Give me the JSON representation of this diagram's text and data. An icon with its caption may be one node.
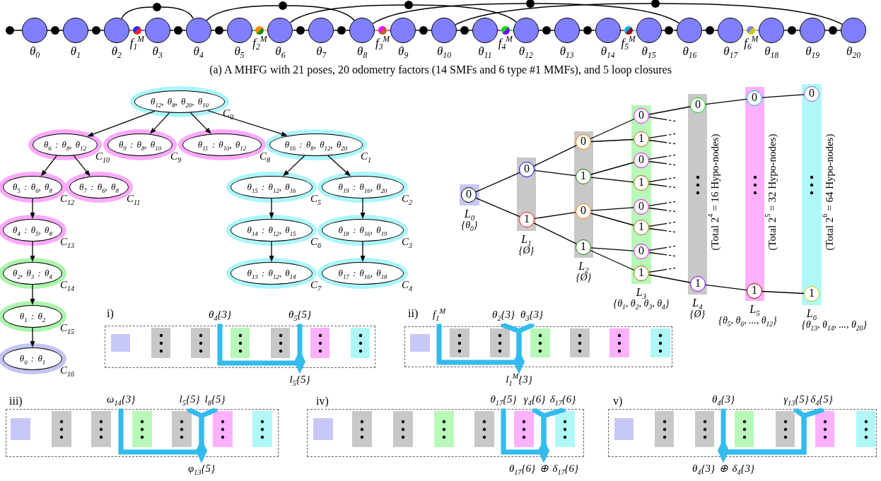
{
  "diagram": {
    "caption": "(a) A MHFG with 21 poses, 20 odometry factors (14 SMFs and 6 type #1 MMFs), and 5 loop closures",
    "nodes": [
      {
        "text": [],
        "shape": "circle"
      },
      {
        "text": [
          "θ$_{0}$"
        ]
      },
      {
        "text": [],
        "shape": "circle"
      },
      {
        "text": [
          "θ$_{1}$"
        ]
      },
      {
        "text": [],
        "shape": "circle"
      },
      {
        "text": [
          "θ$_{2}$"
        ]
      },
      {
        "text": [
          "f$_{1}$$^{M}$"
        ]
      },
      {
        "text": [
          "θ$_{3}$"
        ]
      },
      {
        "text": [],
        "shape": "circle"
      },
      {
        "text": [
          "θ$_{4}$"
        ]
      },
      {
        "text": [],
        "shape": "circle"
      },
      {
        "text": [
          "θ$_{5}$"
        ]
      },
      {
        "text": [
          "f$_{2}$$^{M}$"
        ]
      },
      {
        "text": [
          "θ$_{6}$"
        ]
      },
      {
        "text": [],
        "shape": "circle"
      },
      {
        "text": [
          "θ$_{7}$"
        ]
      },
      {
        "text": [],
        "shape": "circle"
      },
      {
        "text": [
          "θ$_{8}$"
        ]
      },
      {
        "text": [
          "f$_{3}$$^{M}$"
        ]
      },
      {
        "text": [
          "θ$_{9}$"
        ]
      },
      {
        "text": [],
        "shape": "circle"
      },
      {
        "text": [
          "θ$_{10}$"
        ]
      },
      {
        "text": [],
        "shape": "circle"
      },
      {
        "text": [
          "θ$_{11}$"
        ]
      },
      {
        "text": [
          "f$_{4}$$^{M}$"
        ]
      },
      {
        "text": [
          "θ$_{12}$"
        ]
      },
      {
        "text": [],
        "shape": "circle"
      },
      {
        "text": [
          "θ$_{13}$"
        ]
      },
      {
        "text": [],
        "shape": "circle"
      },
      {
        "text": [
          "θ$_{14}$"
        ]
      },
      {
        "text": [
          "f$_{5}$$^{M}$"
        ]
      },
      {
        "text": [
          "θ$_{15}$"
        ]
      },
      {
        "text": [],
        "shape": "circle"
      },
      {
        "text": [
          "θ$_{16}$"
        ]
      },
      {
        "text": [],
        "shape": "circle"
      },
      {
        "text": [
          "θ$_{17}$"
        ]
      },
      {
        "text": [
          "f$_{6}$$^{M}$"
        ]
      },
      {
        "text": [
          "θ$_{18}$"
        ]
      },
      {
        "text": [],
        "shape": "circle"
      },
      {
        "text": [
          "θ$_{19}$"
        ]
      },
      {
        "text": [],
        "shape": "circle"
      },
      {
        "text": [
          "θ$_{20}$"
        ]
      },
      {
        "text": [],
        "shape": "circle"
      },
      {
        "text": [],
        "shape": "circle"
      },
      {
        "text": [],
        "shape": "circle"
      },
      {
        "text": [],
        "shape": "circle"
      },
      {
        "text": [],
        "shape": "circle"
      },
      {
        "text": [
          "θ$_{12}$, θ$_{8}$, θ$_{20}$, θ$_{10}$"
        ],
        "beside": [
          "C$_{0}$"
        ]
      },
      {
        "text": [
          "θ$_{6}$ : θ$_{8}$, θ$_{12}$"
        ],
        "beside": [
          "C$_{10}$"
        ]
      },
      {
        "text": [
          "θ$_{9}$ : θ$_{8}$, θ$_{10}$"
        ],
        "beside": [
          "C$_{9}$"
        ]
      },
      {
        "text": [
          "θ$_{11}$ : θ$_{10}$, θ$_{12}$"
        ],
        "beside": [
          "C$_{8}$"
        ]
      },
      {
        "text": [
          "θ$_{16}$ : θ$_{8}$, θ$_{12}$, θ$_{20}$"
        ],
        "beside": [
          "C$_{1}$"
        ]
      },
      {
        "text": [
          "θ$_{5}$ : θ$_{6}$, θ$_{8}$"
        ],
        "beside": [
          "C$_{12}$"
        ]
      },
      {
        "text": [
          "θ$_{7}$ : θ$_{6}$, θ$_{8}$"
        ],
        "beside": [
          "C$_{11}$"
        ]
      },
      {
        "text": [
          "θ$_{15}$ : θ$_{12}$, θ$_{16}$"
        ],
        "beside": [
          "C$_{5}$"
        ]
      },
      {
        "text": [
          "θ$_{19}$ : θ$_{16}$, θ$_{20}$"
        ],
        "beside": [
          "C$_{2}$"
        ]
      },
      {
        "text": [
          "θ$_{4}$ : θ$_{5}$, θ$_{8}$"
        ],
        "beside": [
          "C$_{13}$"
        ]
      },
      {
        "text": [
          "θ$_{14}$ : θ$_{12}$, θ$_{15}$"
        ],
        "beside": [
          "C$_{6}$"
        ]
      },
      {
        "text": [
          "θ$_{18}$ : θ$_{16}$, θ$_{19}$"
        ],
        "beside": [
          "C$_{3}$"
        ]
      },
      {
        "text": [
          "θ$_{2}$, θ$_{3}$ : θ$_{4}$"
        ],
        "beside": [
          "C$_{14}$"
        ]
      },
      {
        "text": [
          "θ$_{13}$ : θ$_{12}$, θ$_{14}$"
        ],
        "beside": [
          "C$_{7}$"
        ]
      },
      {
        "text": [
          "θ$_{17}$ : θ$_{16}$, θ$_{18}$"
        ],
        "beside": [
          "C$_{4}$"
        ]
      },
      {
        "text": [
          "θ$_{1}$ : θ$_{2}$"
        ],
        "beside": [
          "C$_{15}$"
        ]
      },
      {
        "text": [
          "θ$_{0}$ : θ$_{1}$"
        ],
        "beside": [
          "C$_{16}$"
        ]
      },
      {
        "text": [
          "L$_{0}$",
          "{θ$_{0}$}"
        ]
      },
      {
        "text": [
          "0"
        ],
        "in": 64
      },
      {
        "text": [
          "L$_{1}$",
          "{Ø}"
        ]
      },
      {
        "text": [
          "0"
        ],
        "in": 66
      },
      {
        "text": [
          "1"
        ],
        "in": 66
      },
      {
        "text": [
          "L$_{2}$",
          "{Ø}"
        ]
      },
      {
        "text": [
          "0"
        ],
        "in": 69
      },
      {
        "text": [
          "1"
        ],
        "in": 69
      },
      {
        "text": [
          "0"
        ],
        "in": 69
      },
      {
        "text": [
          "1"
        ],
        "in": 69
      },
      {
        "text": [
          "L$_{3}$",
          "{θ$_{1}$, θ$_{2}$, θ$_{3}$, θ$_{4}$}"
        ]
      },
      {
        "text": [
          "0"
        ],
        "in": 74
      },
      {
        "text": [
          "1"
        ],
        "in": 74
      },
      {
        "text": [
          "0"
        ],
        "in": 74
      },
      {
        "text": [
          "1"
        ],
        "in": 74
      },
      {
        "text": [
          "0"
        ],
        "in": 74
      },
      {
        "text": [
          "1"
        ],
        "in": 74
      },
      {
        "text": [
          "0"
        ],
        "in": 74
      },
      {
        "text": [
          "1"
        ],
        "in": 74
      },
      {
        "text": [
          "L$_{4}$",
          "{Ø}"
        ],
        "beside": [
          "(Total 2$^{4}$ = 16 Hypo-nodes)"
        ]
      },
      {
        "text": [
          "0"
        ],
        "in": 83
      },
      {
        "text": [
          "1"
        ],
        "in": 83
      },
      {
        "text": [
          "L$_{5}$",
          "{θ$_{5}$, θ$_{6}$, ..., θ$_{12}$}"
        ],
        "beside": [
          "(Total 2$^{5}$ = 32 Hypo-nodes)"
        ]
      },
      {
        "text": [
          "0"
        ],
        "in": 86
      },
      {
        "text": [
          "1"
        ],
        "in": 86
      },
      {
        "text": [
          "L$_{6}$",
          "{θ$_{13}$, θ$_{14}$, ..., θ$_{20}$}"
        ],
        "beside": [
          "(Total 2$^{6}$ = 64 Hypo-nodes)"
        ]
      },
      {
        "text": [
          "0"
        ],
        "in": 89
      },
      {
        "text": [
          "1"
        ],
        "in": 89
      },
      {
        "text": [
          "i)"
        ]
      },
      {
        "text": [],
        "shape": "box",
        "in": 92
      },
      {
        "text": [],
        "shape": "bar",
        "in": 92
      },
      {
        "text": [],
        "shape": "bar",
        "in": 92
      },
      {
        "text": [],
        "shape": "bar",
        "in": 92
      },
      {
        "text": [],
        "shape": "bar",
        "in": 92
      },
      {
        "text": [],
        "shape": "bar",
        "in": 92
      },
      {
        "text": [],
        "shape": "bar",
        "in": 92
      },
      {
        "text": [
          "θ$_{4}${3}"
        ]
      },
      {
        "text": [
          "θ$_{5}${5}"
        ]
      },
      {
        "text": [
          "l$_{5}${5}"
        ]
      },
      {
        "text": [
          "ii)"
        ]
      },
      {
        "text": [],
        "shape": "box",
        "in": 103
      },
      {
        "text": [],
        "shape": "bar",
        "in": 103
      },
      {
        "text": [],
        "shape": "bar",
        "in": 103
      },
      {
        "text": [],
        "shape": "bar",
        "in": 103
      },
      {
        "text": [],
        "shape": "bar",
        "in": 103
      },
      {
        "text": [],
        "shape": "bar",
        "in": 103
      },
      {
        "text": [],
        "shape": "bar",
        "in": 103
      },
      {
        "text": [
          "f$_{1}$$^{M}$"
        ]
      },
      {
        "text": [
          "θ$_{2}${3}"
        ]
      },
      {
        "text": [
          "θ$_{3}${3}"
        ]
      },
      {
        "text": [
          "l$_{1}$$^{M}${3}"
        ]
      },
      {
        "text": [
          "iii)"
        ]
      },
      {
        "text": [],
        "shape": "box",
        "in": 115
      },
      {
        "text": [],
        "shape": "bar",
        "in": 115
      },
      {
        "text": [],
        "shape": "bar",
        "in": 115
      },
      {
        "text": [],
        "shape": "bar",
        "in": 115
      },
      {
        "text": [],
        "shape": "bar",
        "in": 115
      },
      {
        "text": [],
        "shape": "bar",
        "in": 115
      },
      {
        "text": [],
        "shape": "bar",
        "in": 115
      },
      {
        "text": [
          "ω$_{14}${3}"
        ]
      },
      {
        "text": [
          "l$_{5}${5}"
        ]
      },
      {
        "text": [
          "l$_{8}${5}"
        ]
      },
      {
        "text": [
          "φ$_{13}${5}"
        ]
      },
      {
        "text": [
          "iv)"
        ]
      },
      {
        "text": [],
        "shape": "box",
        "in": 127
      },
      {
        "text": [],
        "shape": "bar",
        "in": 127
      },
      {
        "text": [],
        "shape": "bar",
        "in": 127
      },
      {
        "text": [],
        "shape": "bar",
        "in": 127
      },
      {
        "text": [],
        "shape": "bar",
        "in": 127
      },
      {
        "text": [],
        "shape": "bar",
        "in": 127
      },
      {
        "text": [],
        "shape": "bar",
        "in": 127
      },
      {
        "text": [
          "θ$_{17}${5}"
        ]
      },
      {
        "text": [
          "γ$_{4}${6}"
        ]
      },
      {
        "text": [
          "δ$_{17}${6}"
        ]
      },
      {
        "text": [
          "θ$_{17}${6} ⊕ δ$_{17}${6}"
        ]
      },
      {
        "text": [
          "v)"
        ]
      },
      {
        "text": [],
        "shape": "box",
        "in": 139
      },
      {
        "text": [],
        "shape": "bar",
        "in": 139
      },
      {
        "text": [],
        "shape": "bar",
        "in": 139
      },
      {
        "text": [],
        "shape": "bar",
        "in": 139
      },
      {
        "text": [],
        "shape": "bar",
        "in": 139
      },
      {
        "text": [],
        "shape": "bar",
        "in": 139
      },
      {
        "text": [],
        "shape": "bar",
        "in": 139
      },
      {
        "text": [
          "θ$_{4}${3}"
        ]
      },
      {
        "text": [
          "γ$_{13}${5}"
        ]
      },
      {
        "text": [
          "δ$_{4}${5}"
        ]
      },
      {
        "text": [
          "θ$_{4}${3} ⊕ δ$_{4}${3}"
        ]
      }
    ],
    "edges": [
      {
        "from": 0,
        "to": 1,
        "arrow": "none"
      },
      {
        "from": 1,
        "to": 2,
        "arrow": "none"
      },
      {
        "from": 2,
        "to": 3,
        "arrow": "none"
      },
      {
        "from": 3,
        "to": 4,
        "arrow": "none"
      },
      {
        "from": 4,
        "to": 5,
        "arrow": "none"
      },
      {
        "from": 5,
        "to": 6,
        "arrow": "none",
        "color": "#ff2020"
      },
      {
        "from": 6,
        "to": 7,
        "arrow": "none",
        "color": "#2030ff"
      },
      {
        "from": 7,
        "to": 8,
        "arrow": "none"
      },
      {
        "from": 8,
        "to": 9,
        "arrow": "none"
      },
      {
        "from": 9,
        "to": 10,
        "arrow": "none"
      },
      {
        "from": 10,
        "to": 11,
        "arrow": "none"
      },
      {
        "from": 11,
        "to": 12,
        "arrow": "none",
        "color": "#109010"
      },
      {
        "from": 12,
        "to": 13,
        "arrow": "none",
        "color": "#ff8c00"
      },
      {
        "from": 13,
        "to": 14,
        "arrow": "none"
      },
      {
        "from": 14,
        "to": 15,
        "arrow": "none"
      },
      {
        "from": 15,
        "to": 16,
        "arrow": "none"
      },
      {
        "from": 16,
        "to": 17,
        "arrow": "none"
      },
      {
        "from": 17,
        "to": 18,
        "arrow": "none",
        "color": "#b8651b"
      },
      {
        "from": 18,
        "to": 19,
        "arrow": "none",
        "color": "#ff00ff"
      },
      {
        "from": 19,
        "to": 20,
        "arrow": "none"
      },
      {
        "from": 20,
        "to": 21,
        "arrow": "none"
      },
      {
        "from": 21,
        "to": 22,
        "arrow": "none"
      },
      {
        "from": 22,
        "to": 23,
        "arrow": "none"
      },
      {
        "from": 23,
        "to": 24,
        "arrow": "none",
        "color": "#7000ff"
      },
      {
        "from": 24,
        "to": 25,
        "arrow": "none",
        "color": "#00dd00"
      },
      {
        "from": 25,
        "to": 26,
        "arrow": "none"
      },
      {
        "from": 26,
        "to": 27,
        "arrow": "none"
      },
      {
        "from": 27,
        "to": 28,
        "arrow": "none"
      },
      {
        "from": 28,
        "to": 29,
        "arrow": "none"
      },
      {
        "from": 29,
        "to": 30,
        "arrow": "none",
        "color": "#a00000"
      },
      {
        "from": 30,
        "to": 31,
        "arrow": "none",
        "color": "#00b0f0"
      },
      {
        "from": 31,
        "to": 32,
        "arrow": "none"
      },
      {
        "from": 32,
        "to": 33,
        "arrow": "none"
      },
      {
        "from": 33,
        "to": 34,
        "arrow": "none"
      },
      {
        "from": 34,
        "to": 35,
        "arrow": "none"
      },
      {
        "from": 35,
        "to": 36,
        "arrow": "none",
        "color": "#cccc00"
      },
      {
        "from": 36,
        "to": 37,
        "arrow": "none",
        "color": "#8080e0"
      },
      {
        "from": 37,
        "to": 38,
        "arrow": "none"
      },
      {
        "from": 38,
        "to": 39,
        "arrow": "none"
      },
      {
        "from": 39,
        "to": 40,
        "arrow": "none"
      },
      {
        "from": 40,
        "to": 41,
        "arrow": "none"
      },
      {
        "from": 5,
        "to": 42,
        "arrow": "none"
      },
      {
        "from": 42,
        "to": 9,
        "arrow": "none"
      },
      {
        "from": 9,
        "to": 43,
        "arrow": "none"
      },
      {
        "from": 43,
        "to": 17,
        "arrow": "none"
      },
      {
        "from": 13,
        "to": 44,
        "arrow": "none"
      },
      {
        "from": 44,
        "to": 25,
        "arrow": "none"
      },
      {
        "from": 17,
        "to": 45,
        "arrow": "none"
      },
      {
        "from": 45,
        "to": 33,
        "arrow": "none"
      },
      {
        "from": 21,
        "to": 46,
        "arrow": "none"
      },
      {
        "from": 46,
        "to": 41,
        "arrow": "none"
      },
      {
        "from": 47,
        "to": 48,
        "arrow": "to"
      },
      {
        "from": 47,
        "to": 49,
        "arrow": "to"
      },
      {
        "from": 47,
        "to": 50,
        "arrow": "to"
      },
      {
        "from": 47,
        "to": 51,
        "arrow": "to"
      },
      {
        "from": 48,
        "to": 52,
        "arrow": "to"
      },
      {
        "from": 48,
        "to": 53,
        "arrow": "to"
      },
      {
        "from": 51,
        "to": 54,
        "arrow": "to"
      },
      {
        "from": 51,
        "to": 55,
        "arrow": "to"
      },
      {
        "from": 52,
        "to": 56,
        "arrow": "to"
      },
      {
        "from": 54,
        "to": 57,
        "arrow": "to"
      },
      {
        "from": 55,
        "to": 58,
        "arrow": "to"
      },
      {
        "from": 56,
        "to": 59,
        "arrow": "to"
      },
      {
        "from": 57,
        "to": 60,
        "arrow": "to"
      },
      {
        "from": 58,
        "to": 61,
        "arrow": "to"
      },
      {
        "from": 59,
        "to": 62,
        "arrow": "to"
      },
      {
        "from": 62,
        "to": 63,
        "arrow": "to"
      },
      {
        "from": 65,
        "to": 67,
        "arrow": "none"
      },
      {
        "from": 65,
        "to": 68,
        "arrow": "none"
      },
      {
        "from": 67,
        "to": 70,
        "arrow": "none"
      },
      {
        "from": 67,
        "to": 71,
        "arrow": "none"
      },
      {
        "from": 68,
        "to": 72,
        "arrow": "none"
      },
      {
        "from": 68,
        "to": 73,
        "arrow": "none"
      },
      {
        "from": 70,
        "to": 75,
        "arrow": "none"
      },
      {
        "from": 70,
        "to": 76,
        "arrow": "none"
      },
      {
        "from": 71,
        "to": 77,
        "arrow": "none"
      },
      {
        "from": 71,
        "to": 78,
        "arrow": "none"
      },
      {
        "from": 72,
        "to": 79,
        "arrow": "none"
      },
      {
        "from": 72,
        "to": 80,
        "arrow": "none"
      },
      {
        "from": 73,
        "to": 81,
        "arrow": "none"
      },
      {
        "from": 73,
        "to": 82,
        "arrow": "none"
      },
      {
        "from": 75,
        "to": 84,
        "arrow": "none"
      },
      {
        "from": 82,
        "to": 85,
        "arrow": "none"
      },
      {
        "from": 84,
        "to": 87,
        "arrow": "none"
      },
      {
        "from": 87,
        "to": 90,
        "arrow": "none"
      },
      {
        "from": 85,
        "to": 88,
        "arrow": "none"
      },
      {
        "from": 88,
        "to": 91,
        "arrow": "none"
      },
      {
        "from": 75,
        "to": null,
        "arrow": "none",
        "style": "dashed"
      },
      {
        "from": 76,
        "to": null,
        "arrow": "none",
        "style": "dashed"
      },
      {
        "from": 76,
        "to": null,
        "arrow": "none",
        "style": "dashed"
      },
      {
        "from": 77,
        "to": null,
        "arrow": "none",
        "style": "dashed"
      },
      {
        "from": 77,
        "to": null,
        "arrow": "none",
        "style": "dashed"
      },
      {
        "from": 78,
        "to": null,
        "arrow": "none",
        "style": "dashed"
      },
      {
        "from": 78,
        "to": null,
        "arrow": "none",
        "style": "dashed"
      },
      {
        "from": 79,
        "to": null,
        "arrow": "none",
        "style": "dashed"
      },
      {
        "from": 79,
        "to": null,
        "arrow": "none",
        "style": "dashed"
      },
      {
        "from": 80,
        "to": null,
        "arrow": "none",
        "style": "dashed"
      },
      {
        "from": 80,
        "to": null,
        "arrow": "none",
        "style": "dashed"
      },
      {
        "from": 81,
        "to": null,
        "arrow": "none",
        "style": "dashed"
      },
      {
        "from": 81,
        "to": null,
        "arrow": "none",
        "style": "dashed"
      },
      {
        "from": 82,
        "to": null,
        "arrow": "none",
        "style": "dashed"
      },
      {
        "from": 100,
        "to": 102,
        "arrow": "to",
        "style": "thick",
        "color": "#33bbee"
      },
      {
        "from": 101,
        "to": 102,
        "arrow": "to",
        "style": "thick",
        "color": "#33bbee"
      },
      {
        "from": 111,
        "to": 114,
        "arrow": "to",
        "style": "thick",
        "color": "#33bbee"
      },
      {
        "from": 112,
        "to": 114,
        "arrow": "to",
        "style": "thick",
        "color": "#33bbee"
      },
      {
        "from": 113,
        "to": 114,
        "arrow": "to",
        "style": "thick",
        "color": "#33bbee"
      },
      {
        "from": 123,
        "to": 126,
        "arrow": "to",
        "style": "thick",
        "color": "#33bbee"
      },
      {
        "from": 124,
        "to": 126,
        "arrow": "to",
        "style": "thick",
        "color": "#33bbee"
      },
      {
        "from": 125,
        "to": 126,
        "arrow": "to",
        "style": "thick",
        "color": "#33bbee"
      },
      {
        "from": 135,
        "to": 138,
        "arrow": "to",
        "style": "thick",
        "color": "#33bbee"
      },
      {
        "from": 136,
        "to": 138,
        "arrow": "to",
        "style": "thick",
        "color": "#33bbee"
      },
      {
        "from": 137,
        "to": 138,
        "arrow": "to",
        "style": "thick",
        "color": "#33bbee"
      },
      {
        "from": 147,
        "to": 150,
        "arrow": "to",
        "style": "thick",
        "color": "#33bbee"
      },
      {
        "from": 148,
        "to": 150,
        "arrow": "to",
        "style": "thick",
        "color": "#33bbee"
      },
      {
        "from": 149,
        "to": 150,
        "arrow": "to",
        "style": "thick",
        "color": "#33bbee"
      }
    ]
  }
}
